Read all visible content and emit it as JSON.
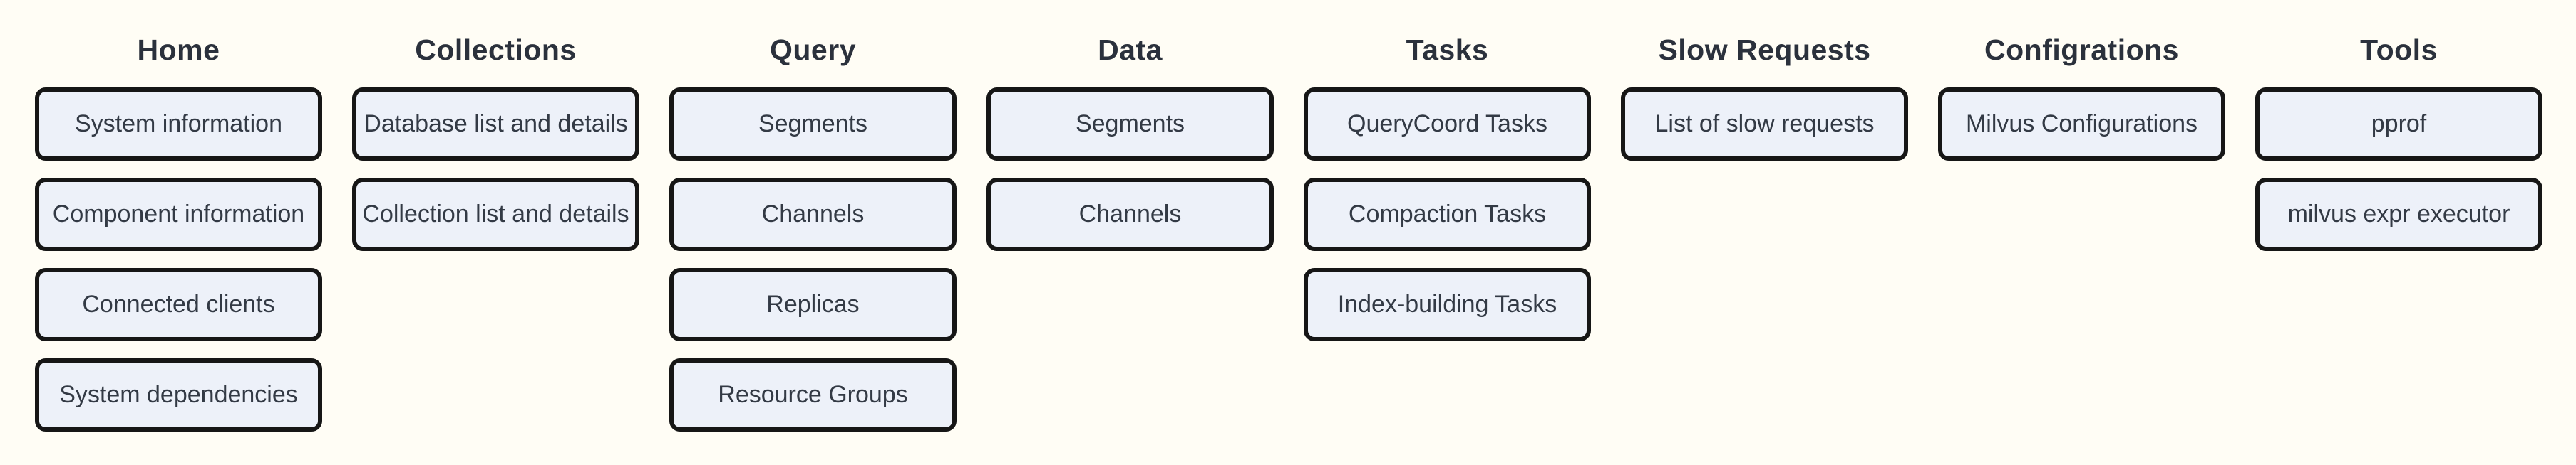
{
  "page": {
    "background_color": "#fffdf5",
    "button_fill_color": "#edf1f9",
    "button_border_color": "#161616",
    "button_text_color": "#333a45",
    "heading_text_color": "#2b313c"
  },
  "columns": [
    {
      "title": "Home",
      "items": [
        "System information",
        "Component information",
        "Connected clients",
        "System dependencies"
      ]
    },
    {
      "title": "Collections",
      "items": [
        "Database list and details",
        "Collection list and details"
      ]
    },
    {
      "title": "Query",
      "items": [
        "Segments",
        "Channels",
        "Replicas",
        "Resource Groups"
      ]
    },
    {
      "title": "Data",
      "items": [
        "Segments",
        "Channels"
      ]
    },
    {
      "title": "Tasks",
      "items": [
        "QueryCoord Tasks",
        "Compaction Tasks",
        "Index-building Tasks"
      ]
    },
    {
      "title": "Slow Requests",
      "items": [
        "List of slow requests"
      ]
    },
    {
      "title": "Configrations",
      "items": [
        "Milvus Configurations"
      ]
    },
    {
      "title": "Tools",
      "items": [
        "pprof",
        "milvus expr executor"
      ]
    }
  ]
}
